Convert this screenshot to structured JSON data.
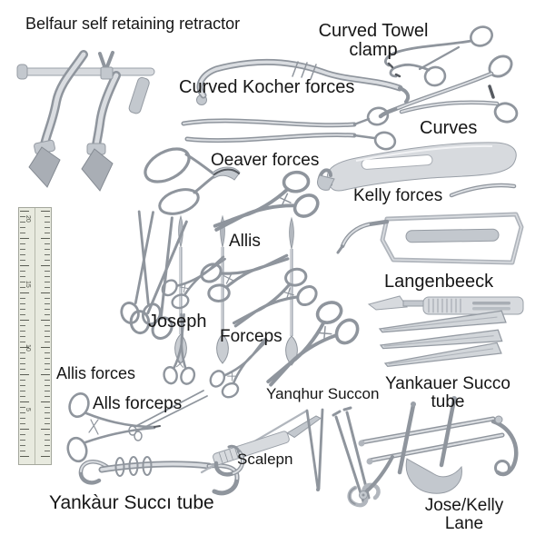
{
  "page": {
    "background": "#ffffff",
    "description": "Labeled collage of surgical instruments"
  },
  "labels": {
    "belfour": "Belfaur self retaining retractor",
    "towel_clamp": {
      "line1": "Curved Towel",
      "line2": "clamp"
    },
    "kocher": "Curved Kocher forces",
    "curves": "Curves",
    "oeaver": "Oeaver forces",
    "kelly": "Kelly forces",
    "allis": "Allis",
    "langenbeck": "Langenbeeck",
    "joseph": "Joseph",
    "forceps": "Forceps",
    "allis_forces": "Allis forces",
    "alls_forceps": "Alls forceps",
    "yanqhur": "Yanqhur Succon",
    "yankauer": {
      "line1": "Yankauer Succo",
      "line2": "tube"
    },
    "scalpel": "Scalepn",
    "yankaur_tube": "Yankàur Succı tube",
    "jose_kelly": {
      "line1": "Jose/Kelly",
      "line2": "Lane"
    }
  },
  "ruler": {
    "marks": [
      "20",
      "15",
      "10",
      "5"
    ]
  },
  "instruments": [
    "balfour-retractor",
    "curved-kocher-clamp",
    "towel-clamp",
    "curved-forceps",
    "long-tenaculum",
    "oeaver-forceps",
    "kelly-retractor-blade",
    "slim-blade",
    "langenbeck-retractor",
    "ruler",
    "surgical-probes",
    "iris-scissors",
    "joseph-scissors",
    "allis-clamp",
    "hemostat-cluster",
    "needle-holder",
    "scalpel-handle-4",
    "adson-forceps",
    "scalpel-handle-3",
    "alls-hemostat",
    "fine-scissors",
    "richardson-retractor",
    "small-hook",
    "dressing-forceps",
    "double-hook",
    "jose-kelly-lane-retractor"
  ],
  "colors": {
    "steel_light": "#dadde1",
    "steel_mid": "#b1b6bd",
    "steel_dark": "#8f959d",
    "text": "#161616",
    "ruler_face": "#e8eadf"
  }
}
